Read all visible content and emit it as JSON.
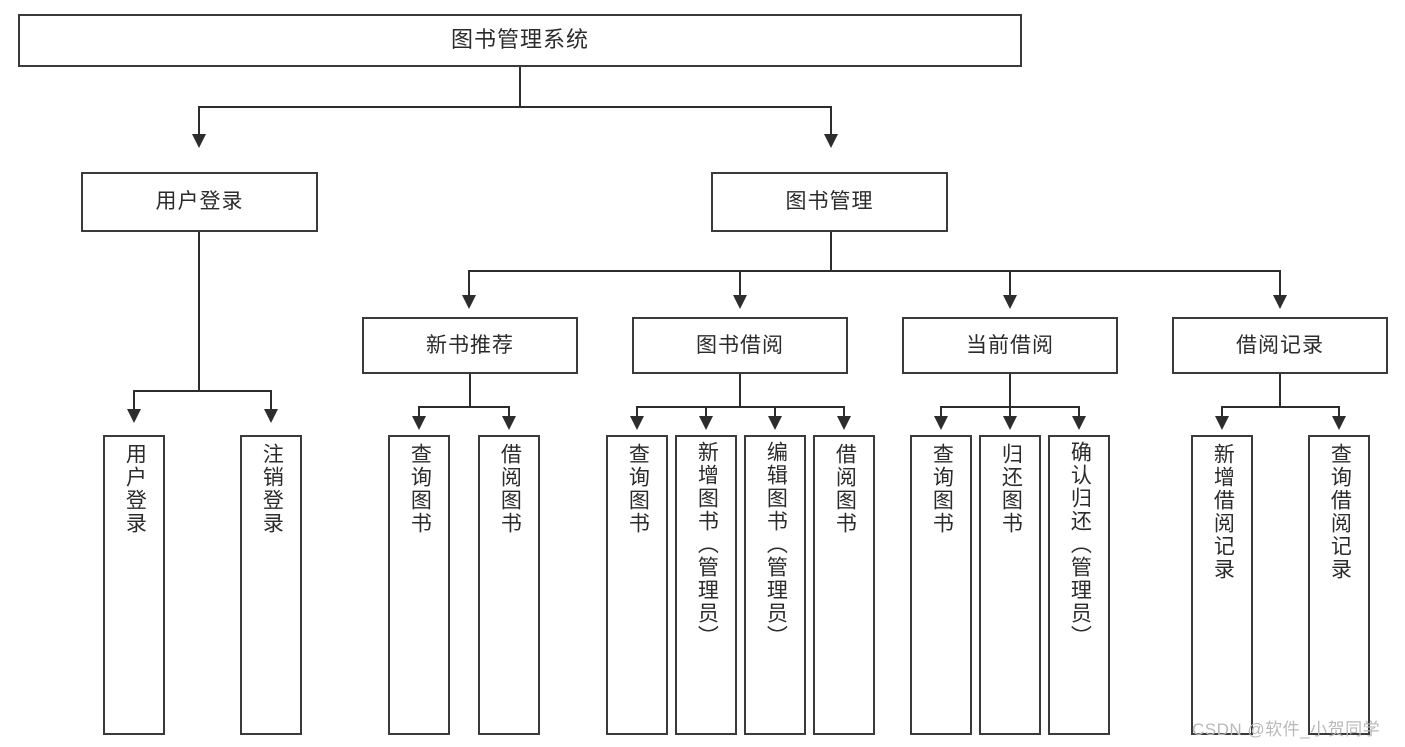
{
  "diagram": {
    "title": "图书管理系统",
    "type": "tree",
    "root": {
      "id": "root",
      "label": "图书管理系统"
    },
    "level2": [
      {
        "id": "user-login",
        "label": "用户登录"
      },
      {
        "id": "book-manage",
        "label": "图书管理"
      }
    ],
    "level3": [
      {
        "id": "new-book-recommend",
        "label": "新书推荐",
        "parent": "book-manage"
      },
      {
        "id": "book-borrow",
        "label": "图书借阅",
        "parent": "book-manage"
      },
      {
        "id": "current-borrow",
        "label": "当前借阅",
        "parent": "book-manage"
      },
      {
        "id": "borrow-record",
        "label": "借阅记录",
        "parent": "book-manage"
      }
    ],
    "leaves": {
      "user_login": [
        {
          "id": "leaf-user-login",
          "label": "用户登录"
        },
        {
          "id": "leaf-user-logout",
          "label": "注销登录"
        }
      ],
      "new_book_recommend": [
        {
          "id": "leaf-query-book-1",
          "label": "查询图书"
        },
        {
          "id": "leaf-borrow-book-1",
          "label": "借阅图书"
        }
      ],
      "book_borrow": [
        {
          "id": "leaf-query-book-2",
          "label": "查询图书"
        },
        {
          "id": "leaf-add-book",
          "label": "新增图书（管理员）"
        },
        {
          "id": "leaf-edit-book",
          "label": "编辑图书（管理员）"
        },
        {
          "id": "leaf-borrow-book-2",
          "label": "借阅图书"
        }
      ],
      "current_borrow": [
        {
          "id": "leaf-query-book-3",
          "label": "查询图书"
        },
        {
          "id": "leaf-return-book",
          "label": "归还图书"
        },
        {
          "id": "leaf-confirm-return",
          "label": "确认归还（管理员）"
        }
      ],
      "borrow_record": [
        {
          "id": "leaf-add-record",
          "label": "新增借阅记录"
        },
        {
          "id": "leaf-query-record",
          "label": "查询借阅记录"
        }
      ]
    }
  },
  "watermark": {
    "text": "CSDN @软件_小贺同学"
  },
  "colors": {
    "box_border": "#3a3a3a",
    "connector": "#2d2d2d",
    "text": "#2b2b2b",
    "background": "#ffffff",
    "watermark": "#b9b9b9"
  }
}
